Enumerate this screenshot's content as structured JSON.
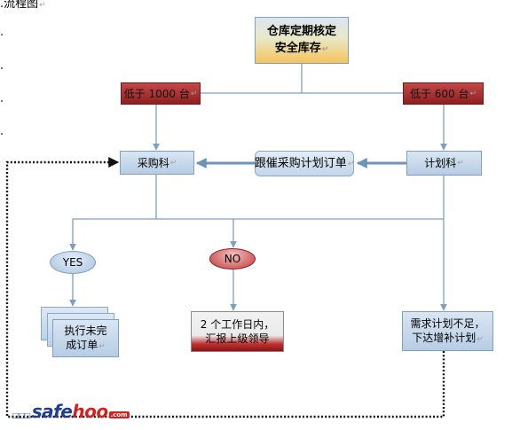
{
  "heading": ".流程图",
  "paragraph_mark": "↵",
  "nodes": {
    "top": {
      "line1": "仓库定期核定",
      "line2": "安全库存"
    },
    "below_1000": "低于 1000 台",
    "below_600": "低于 600 台",
    "procurement": "采购科",
    "follow_up": "跟催采购计划订单",
    "planning": "计划科",
    "yes": "YES",
    "no": "NO",
    "execute": {
      "line1": "执行未完",
      "line2": "成订单"
    },
    "report": {
      "line1": "2 个工作日内，",
      "line2": "汇报上级领导"
    },
    "insufficient": {
      "line1": "需求计划不足，",
      "line2": "下达增补计划"
    }
  },
  "logo": {
    "dots": "□□□",
    "main_a": "safe",
    "main_b": "hoo",
    "tld": ".com"
  },
  "colors": {
    "connector": "#7f9fc0",
    "arrow_follow": "#6f93b8",
    "dotted": "#111111",
    "red_box": "#a83030",
    "top_gradient_bottom": "#f5c45a"
  }
}
